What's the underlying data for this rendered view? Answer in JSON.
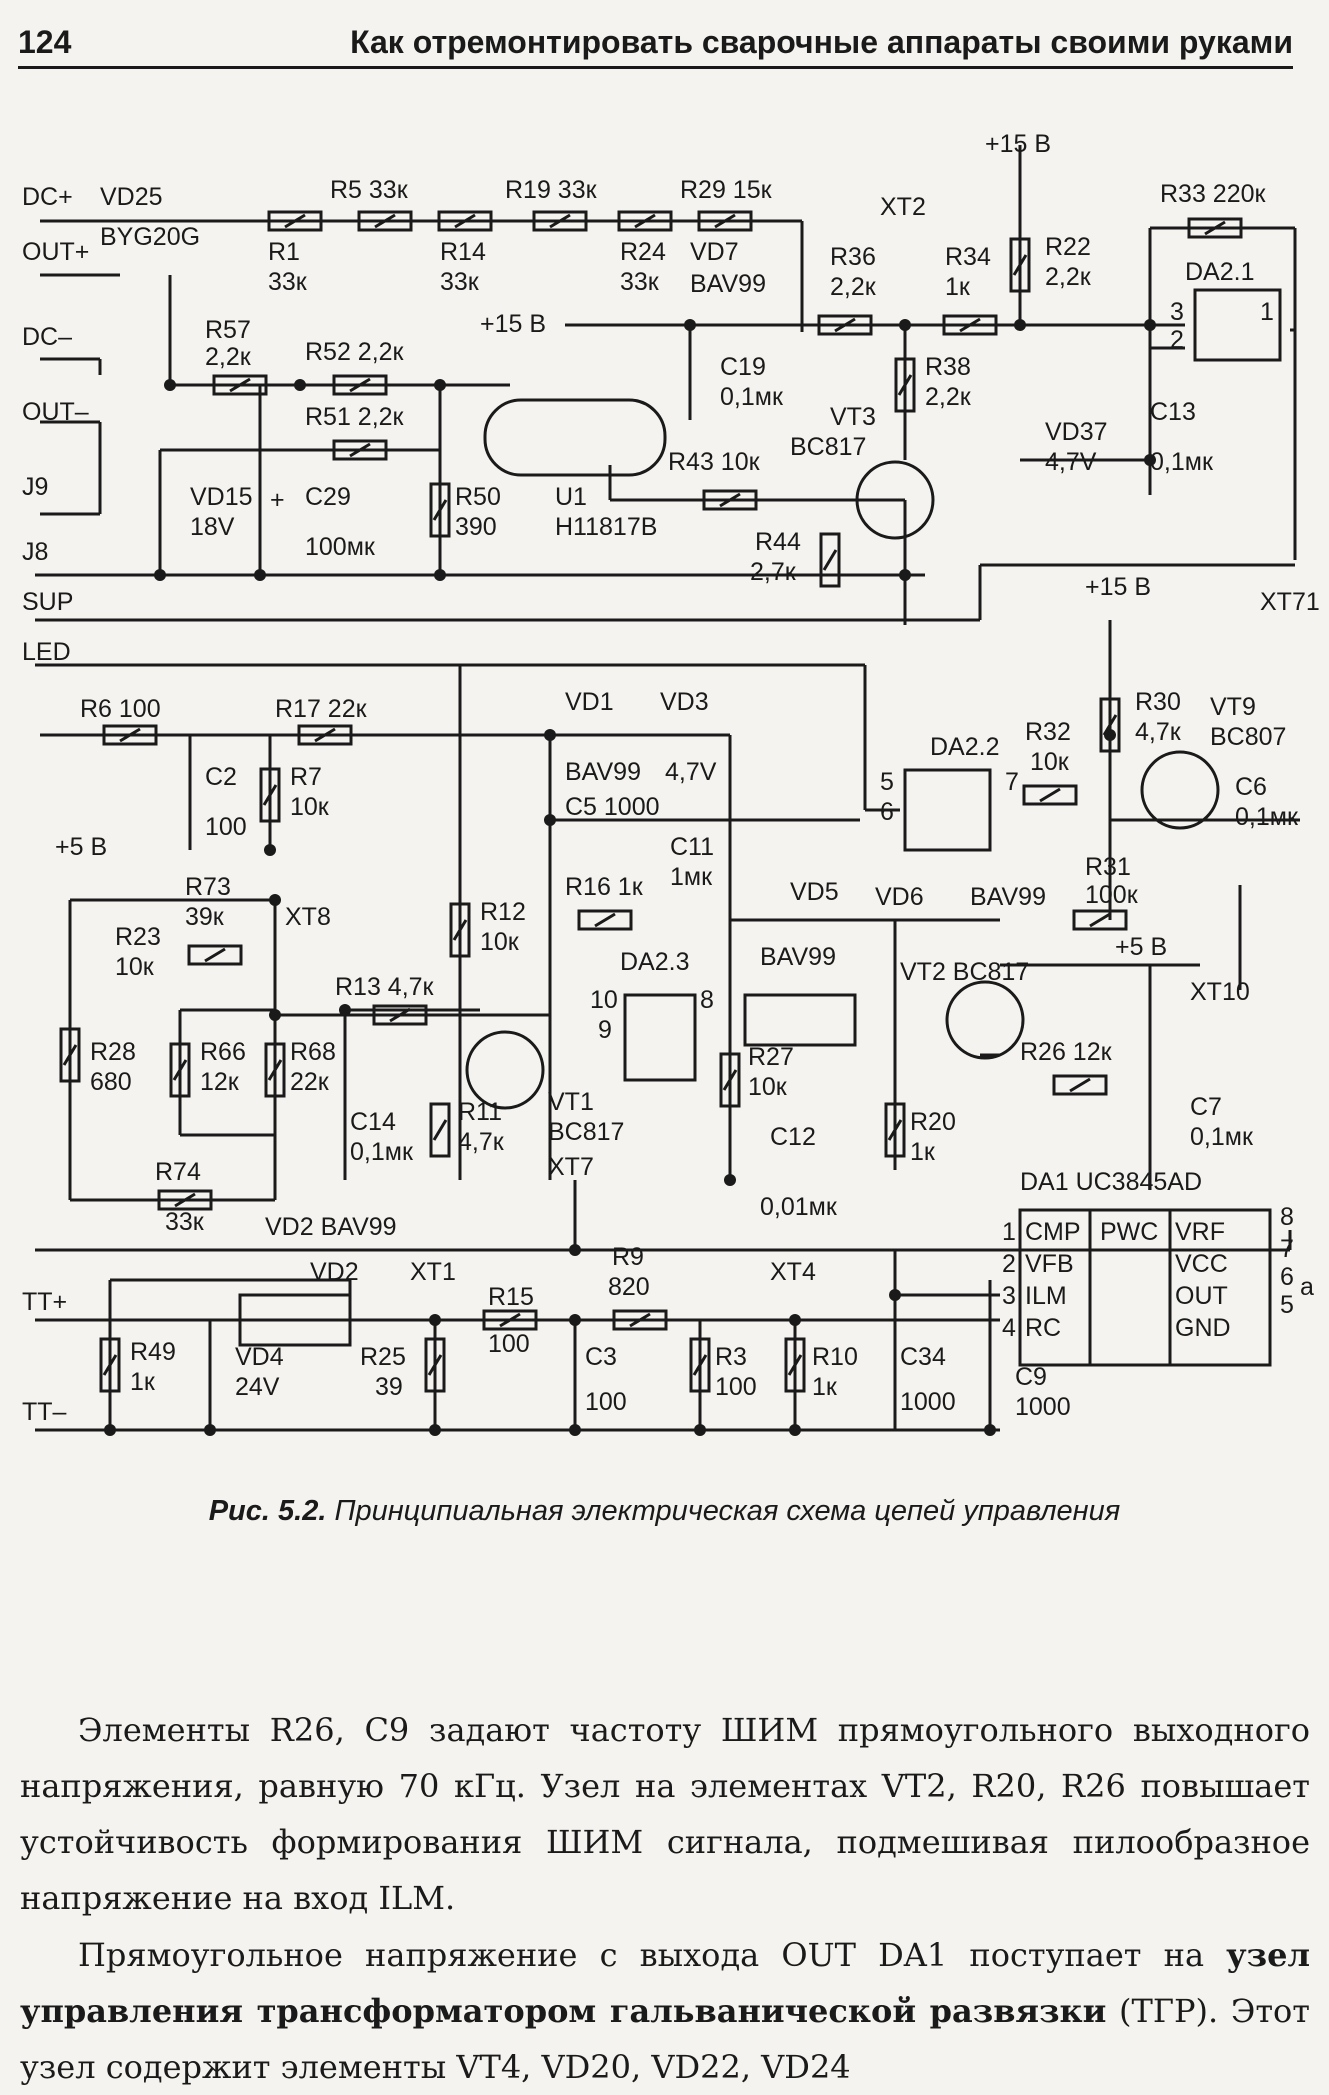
{
  "header": {
    "page_number": "124",
    "running_title": "Как отремонтировать сварочные аппараты своими руками"
  },
  "caption": {
    "label": "Рис. 5.2.",
    "text": "Принципиальная электрическая схема цепей управления"
  },
  "paragraphs": [
    {
      "text": "Элементы R26, C9 задают частоту ШИМ прямоугольного выходного напряжения, равную 70 кГц. Узел на элементах VT2, R20, R26 повышает устойчивость формирования ШИМ сигнала, подмешивая пилообразное напряжение на вход ILM."
    },
    {
      "text_start": "Прямоугольное напряжение с выхода OUT DA1 поступает на ",
      "text_bold": "узел управления трансформатором гальванической развязки",
      "text_end": " (ТГР). Этот узел содержит элементы VT4, VD20, VD22, VD24"
    }
  ],
  "schematic": {
    "terminals": {
      "dc_plus": "DC+",
      "out_plus": "OUT+",
      "dc_minus": "DC–",
      "out_minus": "OUT–",
      "j9": "J9",
      "j8": "J8",
      "sup": "SUP",
      "led": "LED",
      "tt_plus": "TT+",
      "tt_minus": "TT–"
    },
    "parts": {
      "vd25": "VD25",
      "vd25_type": "BYG20G",
      "r1": "R1",
      "r1_v": "33к",
      "r5": "R5 33к",
      "r14": "R14",
      "r14_v": "33к",
      "r19": "R19 33к",
      "r24": "R24",
      "r24_v": "33к",
      "r29": "R29 15к",
      "vd7": "VD7",
      "vd7_type": "BAV99",
      "xt2": "XT2",
      "p15_top": "+15 В",
      "r36": "R36",
      "r36_v": "2,2к",
      "r34": "R34",
      "r34_v": "1к",
      "r22": "R22",
      "r22_v": "2,2к",
      "r33": "R33 220к",
      "da21": "DA2.1",
      "pin3": "3",
      "pin2": "2",
      "pin1": "1",
      "p15_left": "+15 В",
      "c19": "C19",
      "c19_v": "0,1мк",
      "r38": "R38",
      "r38_v": "2,2к",
      "vt3": "VT3",
      "vt3_type": "BC817",
      "vd37": "VD37",
      "vd37_v": "4,7V",
      "c13": "C13",
      "c13_v": "0,1мк",
      "r57": "R57",
      "r57_v": "2,2к",
      "r52": "R52 2,2к",
      "r51": "R51 2,2к",
      "r50": "R50",
      "r50_v": "390",
      "u1": "U1",
      "u1_type": "H11817B",
      "r43": "R43 10к",
      "r44": "R44",
      "r44_v": "2,7к",
      "vd15": "VD15",
      "vd15_v": "18V",
      "c29": "C29",
      "c29_v": "100мк",
      "plus": "+",
      "xt71": "XT71",
      "p15_mid": "+15 В",
      "r30": "R30",
      "r30_v": "4,7к",
      "vt9": "VT9",
      "vt9_type": "BC807",
      "r32": "R32",
      "r32_v": "10к",
      "da22": "DA2.2",
      "pin5": "5",
      "pin6": "6",
      "pin7": "7",
      "c6": "C6",
      "c6_v": "0,1мк",
      "r6": "R6 100",
      "r17": "R17 22к",
      "c2": "C2",
      "c2_v": "100",
      "r7": "R7",
      "r7_v": "10к",
      "vd1": "VD1",
      "vd3": "VD3",
      "bav99_a": "BAV99",
      "vd3_v": "4,7V",
      "c5": "C5 1000",
      "c11": "C11",
      "c11_v": "1мк",
      "p5_left": "+5 В",
      "r73": "R73",
      "r73_v": "39к",
      "xt8": "XT8",
      "r23": "R23",
      "r23_v": "10к",
      "r12": "R12",
      "r12_v": "10к",
      "r16": "R16 1к",
      "vd5": "VD5",
      "vd5_type": "BAV99",
      "vd6": "VD6",
      "vd6_type": "BAV99",
      "r31": "R31",
      "r31_v": "100к",
      "p5_right": "+5 В",
      "xt10": "XT10",
      "vt2": "VT2 BC817",
      "r13": "R13 4,7к",
      "da23": "DA2.3",
      "pin10": "10",
      "pin9": "9",
      "pin8": "8",
      "r28": "R28",
      "r28_v": "680",
      "r66": "R66",
      "r66_v": "12к",
      "r68": "R68",
      "r68_v": "22к",
      "vt1": "VT1",
      "vt1_type": "BC817",
      "r27": "R27",
      "r27_v": "10к",
      "r26": "R26 12к",
      "c7": "C7",
      "c7_v": "0,1мк",
      "c14": "C14",
      "c14_v": "0,1мк",
      "r11": "R11",
      "r11_v": "4,7к",
      "r20": "R20",
      "r20_v": "1к",
      "c12": "C12",
      "c12_v": "0,01мк",
      "r74": "R74",
      "r74_v": "33к",
      "vd2_bav": "VD2 BAV99",
      "xt7": "XT7",
      "da1": "DA1 UC3845AD",
      "cmp": "CMP",
      "vfb": "VFB",
      "ilm": "ILM",
      "rc": "RC",
      "pwc": "PWC",
      "vrf": "VRF",
      "vcc": "VCC",
      "out": "OUT",
      "gnd": "GND",
      "n1": "1",
      "n2": "2",
      "n3": "3",
      "n4": "4",
      "n8": "8",
      "n7": "7",
      "n6": "6",
      "n5": "5",
      "a": "а",
      "vd2": "VD2",
      "xt1": "XT1",
      "r15": "R15",
      "r15_v": "100",
      "r9": "R9",
      "r9_v": "820",
      "xt4": "XT4",
      "r49": "R49",
      "r49_v": "1к",
      "vd4": "VD4",
      "vd4_v": "24V",
      "r25": "R25",
      "r25_v": "39",
      "c3": "C3",
      "c3_v": "100",
      "r3": "R3",
      "r3_v": "100",
      "r10": "R10",
      "r10_v": "1к",
      "c34": "C34",
      "c34_v": "1000",
      "c9": "C9",
      "c9_v": "1000"
    }
  }
}
